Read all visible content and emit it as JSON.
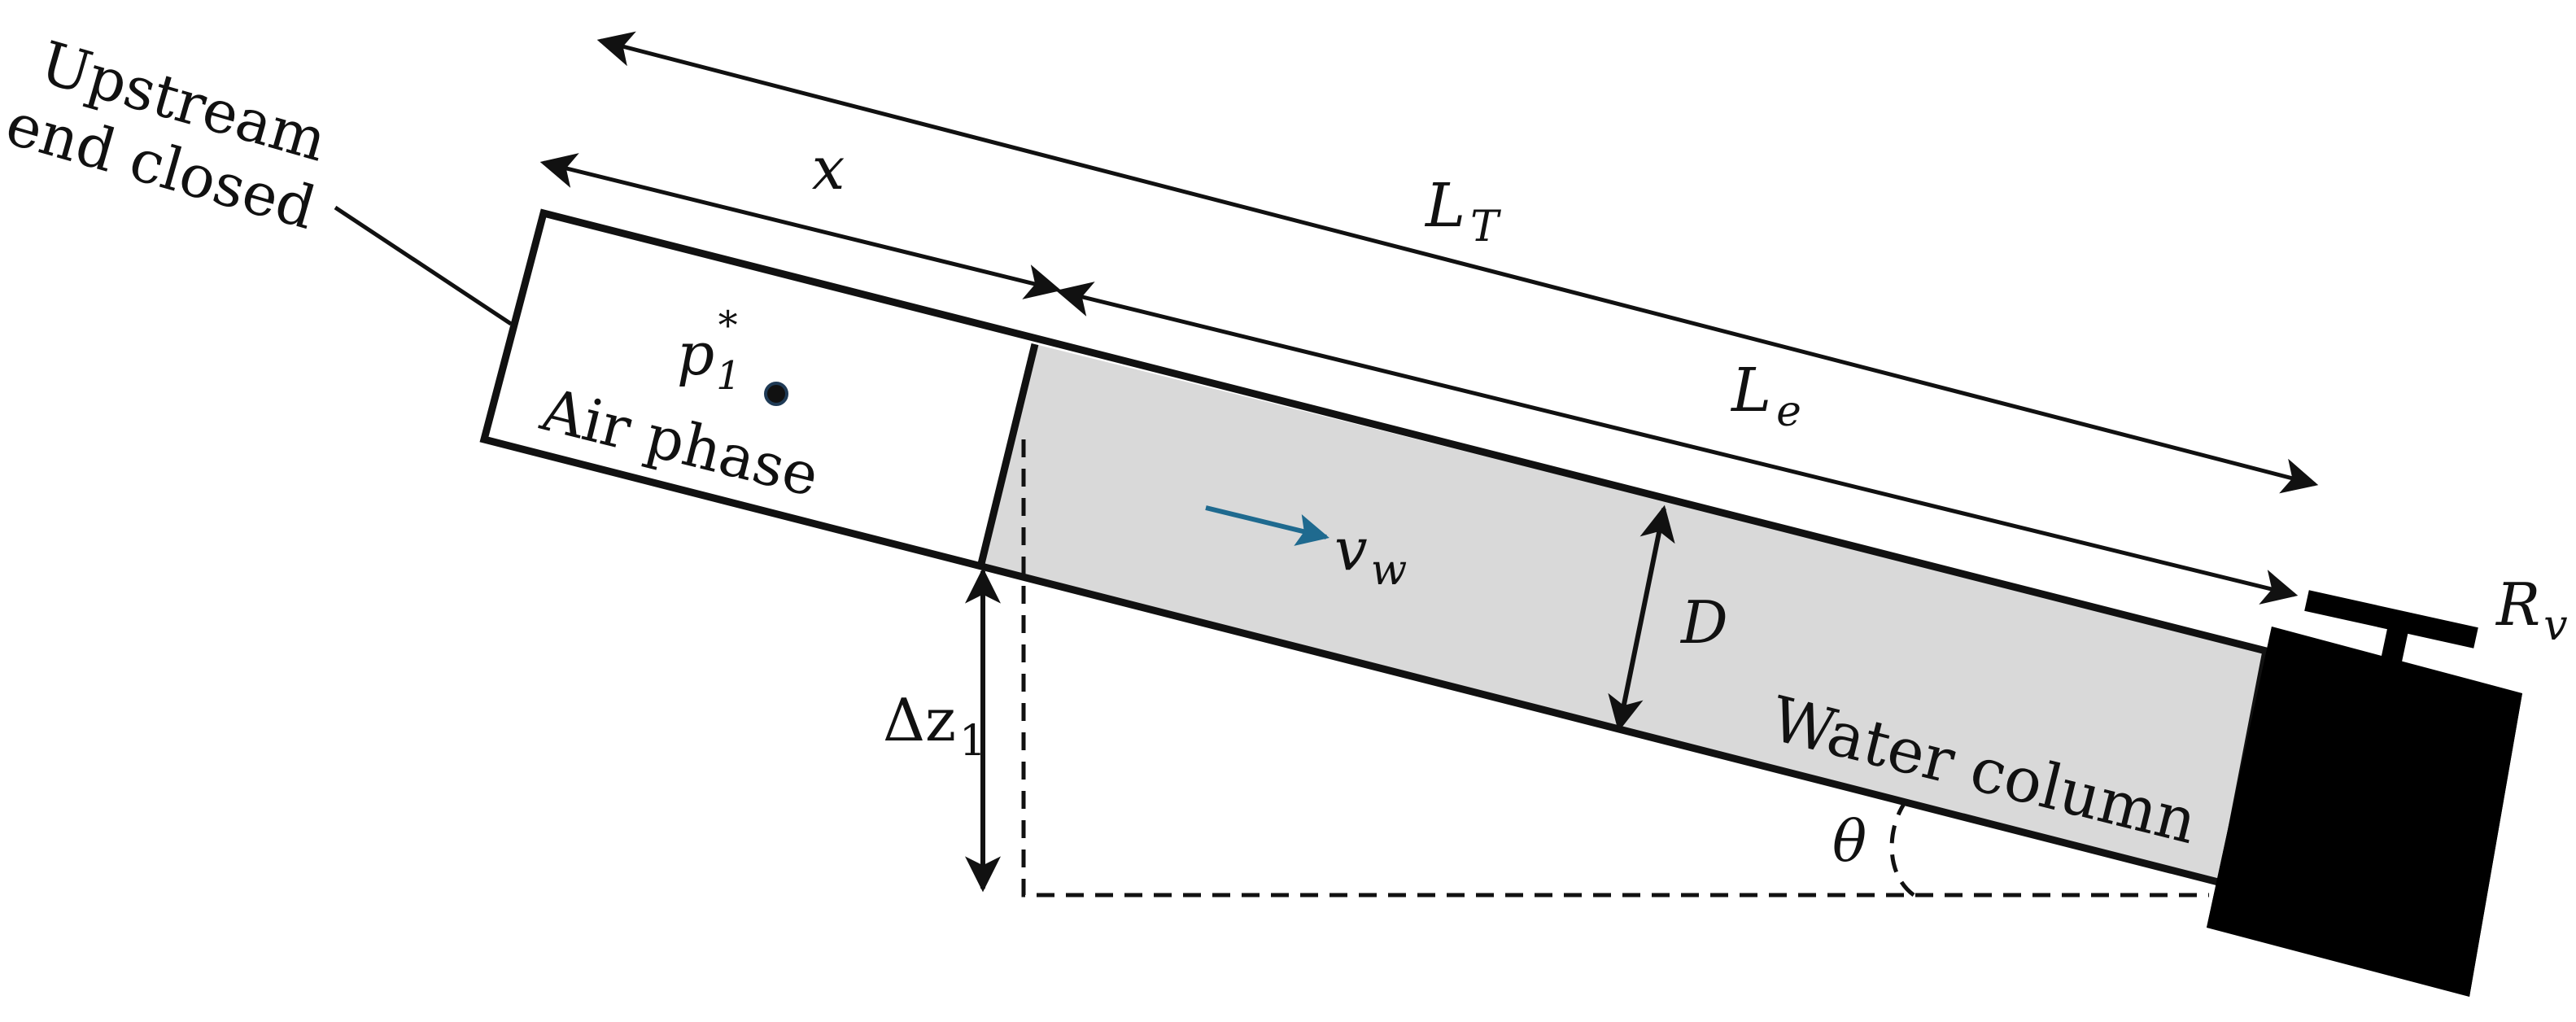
{
  "labels": {
    "upstream_line1": "Upstream",
    "upstream_line2": "end closed",
    "x": "x",
    "LT_main": "L",
    "LT_sub": "T",
    "Le_main": "L",
    "Le_sub": "e",
    "p_main": "p",
    "p_sub": "1",
    "p_sup": "*",
    "air_phase": "Air phase",
    "vw_main": "v",
    "vw_sub": "w",
    "D": "D",
    "dz_main": "Δz",
    "dz_sub": "1",
    "water_column": "Water column",
    "theta": "θ",
    "Rv_main": "R",
    "Rv_sub": "v"
  },
  "colors": {
    "water_fill": "#d9d9d9",
    "velocity_arrow": "#1f6a8f",
    "outline": "#111111"
  },
  "icons": {
    "valve": "valve-icon"
  }
}
